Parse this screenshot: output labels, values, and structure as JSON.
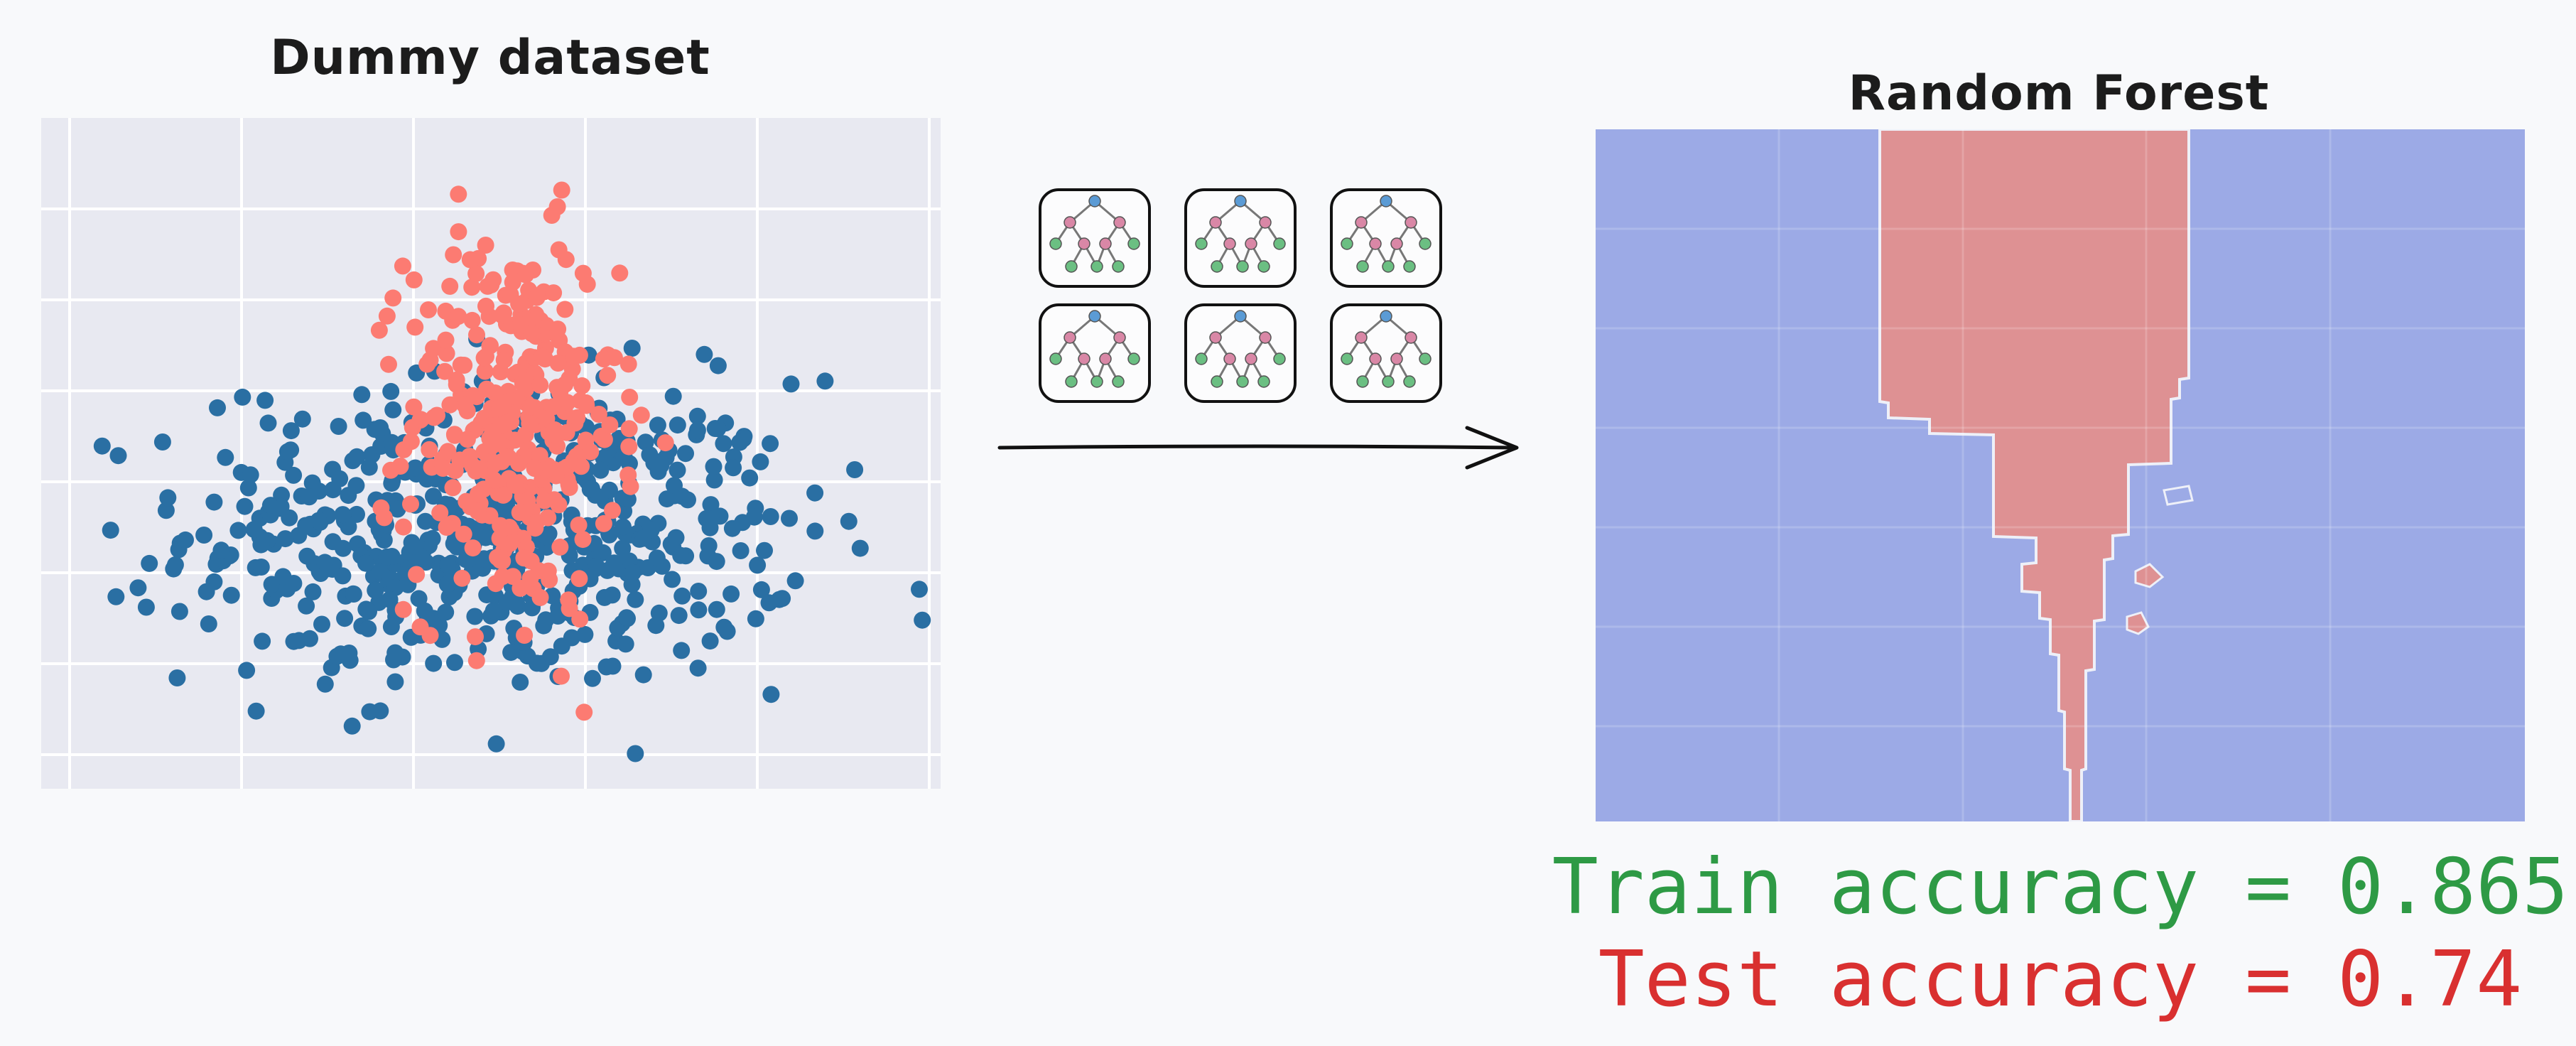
{
  "left_title": "Dummy dataset",
  "right_title": "Random Forest",
  "accuracy": {
    "train_label": "Train accuracy = 0.865",
    "test_label": "Test accuracy = 0.74"
  },
  "ensemble": {
    "tree_count": 6,
    "rows": 2,
    "cols": 3,
    "node_colors": {
      "root": "#5b9bd5",
      "internal": "#d987a6",
      "leaf": "#6bbf82"
    }
  },
  "colors": {
    "class_a": "#2a6fa3",
    "class_b": "#fc7b72",
    "plot_bg": "#e8e9f1",
    "region_a": "#9caae6",
    "region_b": "#de9193",
    "train_text": "#2e9a45",
    "test_text": "#d93030"
  },
  "chart_data": [
    {
      "type": "scatter",
      "title": "Dummy dataset",
      "xlim": [
        -5,
        5.3
      ],
      "ylim": [
        -3.2,
        7.3
      ],
      "grid": true,
      "series": [
        {
          "name": "",
          "color": "#2a6fa3",
          "n_points": 620,
          "center": [
            0.2,
            0.8
          ],
          "spread": [
            1.75,
            1.2
          ]
        },
        {
          "name": "",
          "color": "#fc7b72",
          "n_points": 340,
          "center": [
            0.4,
            2.5
          ],
          "spread": [
            0.6,
            1.5
          ]
        }
      ]
    },
    {
      "type": "heatmap",
      "title": "Random Forest",
      "description_regions": [
        "class_a (blue)",
        "class_b (red)"
      ],
      "grid": true
    }
  ]
}
